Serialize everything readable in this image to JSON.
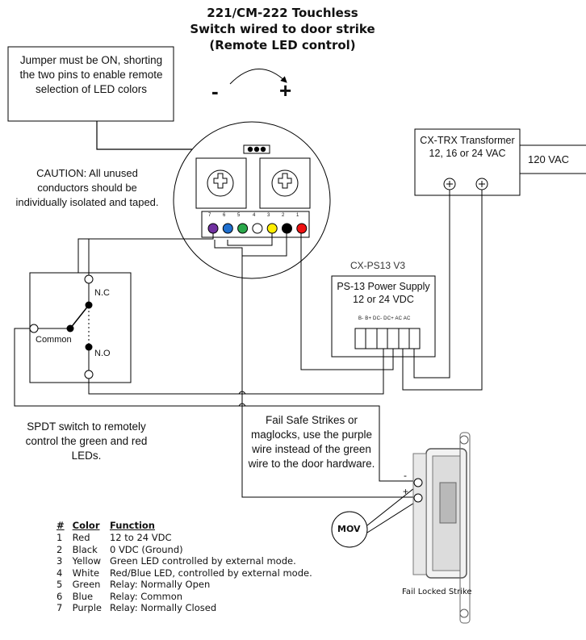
{
  "title": {
    "line1": "221/CM-222 Touchless",
    "line2": "Switch wired to door strike",
    "line3": "(Remote LED control)"
  },
  "jumper_note": "Jumper must be ON, shorting the two pins to enable remote selection of LED colors",
  "polarity": {
    "minus": "-",
    "plus": "+"
  },
  "caution_note": "CAUTION: All unused conductors should be individually isolated and taped.",
  "terminal_numbers": [
    "7",
    "6",
    "5",
    "4",
    "3",
    "2",
    "1"
  ],
  "terminal_colors": [
    "#7030a0",
    "#1f6fcf",
    "#2aa84a",
    "#ffffff",
    "#ffee00",
    "#000000",
    "#ee1111"
  ],
  "transformer": {
    "label": "CX-TRX Transformer 12, 16 or 24 VAC",
    "input": "120 VAC"
  },
  "power_supply": {
    "model": "CX-PS13 V3",
    "label": "PS-13 Power Supply 12 or 24 VDC",
    "terminals": "B- B+ DC- DC+ AC AC"
  },
  "spdt": {
    "nc": "N.C",
    "no": "N.O",
    "common": "Common",
    "caption": "SPDT switch to remotely control the green and red LEDs."
  },
  "fail_safe_note": "Fail Safe Strikes or maglocks, use the purple wire instead of the green wire to the door hardware.",
  "strike": {
    "minus": "-",
    "plus": "+",
    "caption": "Fail Locked Strike"
  },
  "mov_label": "MOV",
  "legend": {
    "headers": [
      "#",
      "Color",
      "Function"
    ],
    "rows": [
      [
        "1",
        "Red",
        "12 to 24 VDC"
      ],
      [
        "2",
        "Black",
        "0 VDC (Ground)"
      ],
      [
        "3",
        "Yellow",
        "Green LED controlled by external mode."
      ],
      [
        "4",
        "White",
        "Red/Blue LED, controlled by external mode."
      ],
      [
        "5",
        "Green",
        "Relay: Normally Open"
      ],
      [
        "6",
        "Blue",
        "Relay: Common"
      ],
      [
        "7",
        "Purple",
        "Relay: Normally Closed"
      ]
    ]
  }
}
